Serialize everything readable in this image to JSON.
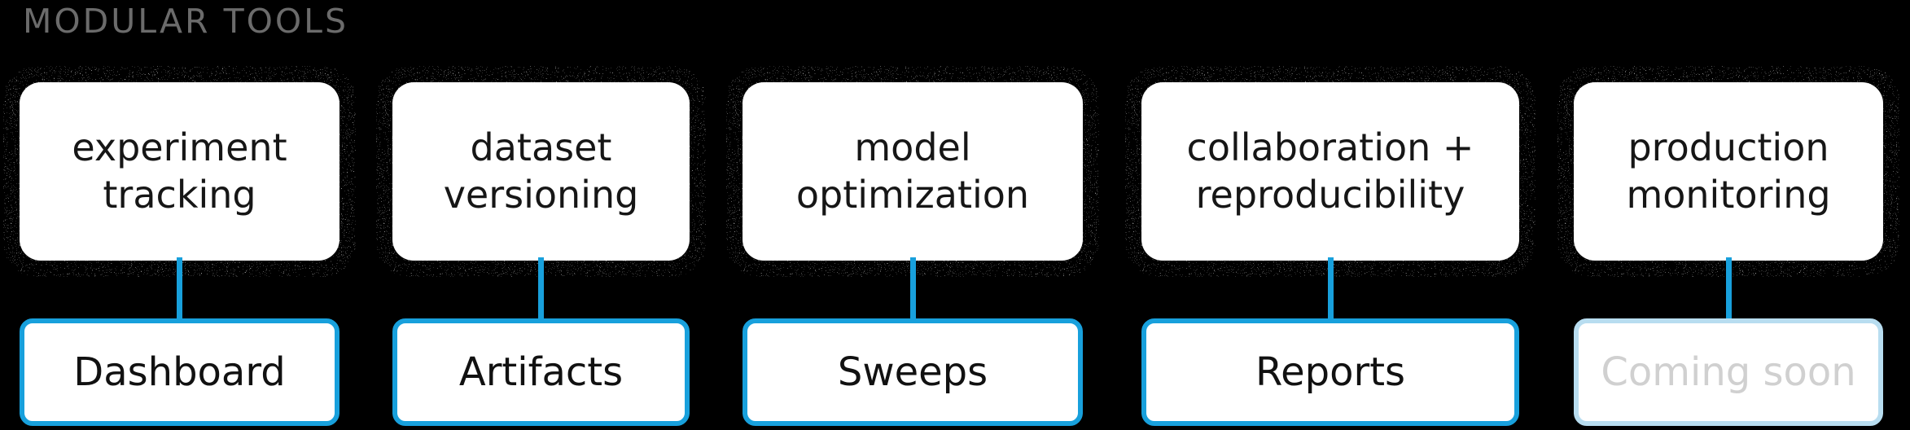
{
  "header": {
    "label": "MODULAR TOOLS"
  },
  "colors": {
    "background": "#000000",
    "header_gray": "#6b6b6b",
    "card_background": "#ffffff",
    "card_text": "#161616",
    "accent_blue": "#18a0dc",
    "disabled_border_blue": "#b8ddf0",
    "disabled_text_gray": "#d0d0d0"
  },
  "columns": [
    {
      "tool": "experiment\ntracking",
      "product": "Dashboard",
      "status": "available"
    },
    {
      "tool": "dataset\nversioning",
      "product": "Artifacts",
      "status": "available"
    },
    {
      "tool": "model\noptimization",
      "product": "Sweeps",
      "status": "available"
    },
    {
      "tool": "collaboration +\nreproducibility",
      "product": "Reports",
      "status": "available"
    },
    {
      "tool": "production\nmonitoring",
      "product": "Coming soon",
      "status": "coming-soon"
    }
  ]
}
